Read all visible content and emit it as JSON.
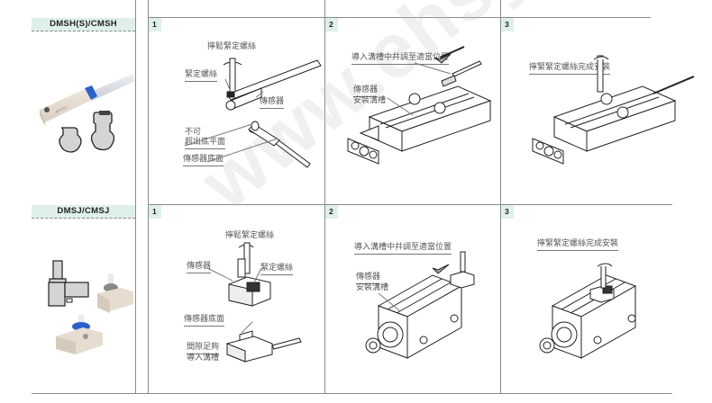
{
  "watermark": "www.ehsy.com",
  "colors": {
    "label_bg": "#dff0ec",
    "grid_line": "#8a8a8a",
    "sensor_blue": "#2a62c9",
    "sensor_body": "#e6ddd0"
  },
  "sections": [
    {
      "model": "DMSH(S)/CMSH",
      "steps": [
        {
          "number": "1",
          "callouts": [
            "擰鬆緊定螺絲",
            "緊定螺絲",
            "傳感器",
            "不可",
            "超出底平面",
            "傳感器底面"
          ]
        },
        {
          "number": "2",
          "callouts": [
            "導入溝槽中幷調至適當位置",
            "傳感器",
            "安裝溝槽"
          ]
        },
        {
          "number": "3",
          "callouts": [
            "擰緊緊定螺絲完成安裝"
          ]
        }
      ]
    },
    {
      "model": "DMSJ/CMSJ",
      "steps": [
        {
          "number": "1",
          "callouts": [
            "擰鬆緊定螺絲",
            "傳感器",
            "緊定螺絲",
            "傳感器底面",
            "間隙足夠",
            "導入溝槽"
          ]
        },
        {
          "number": "2",
          "callouts": [
            "導入溝槽中幷調至適當位置",
            "傳感器",
            "安裝溝槽"
          ]
        },
        {
          "number": "3",
          "callouts": [
            "擰緊緊定螺絲完成安裝"
          ]
        }
      ]
    }
  ],
  "icons": {
    "sensor_photo_1": "cylinder-sensor-photo",
    "sensor_photo_2": "j-type-sensor-photo",
    "arrow": "insert-arrow-icon",
    "rotate": "rotate-screw-icon"
  }
}
